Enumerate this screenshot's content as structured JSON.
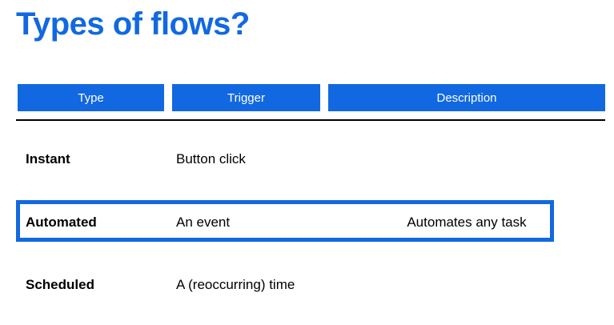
{
  "slide": {
    "title": "Types of flows?",
    "accent_color": "#1268e0",
    "highlight_border_color": "#1268e0"
  },
  "table": {
    "headers": [
      {
        "label": "Type"
      },
      {
        "label": "Trigger"
      },
      {
        "label": "Description"
      }
    ],
    "rows": [
      {
        "type": "Instant",
        "trigger": "Button click",
        "description": "",
        "highlighted": false
      },
      {
        "type": "Automated",
        "trigger": "An event",
        "description": "Automates any task",
        "highlighted": true
      },
      {
        "type": "Scheduled",
        "trigger": "A (reoccurring) time",
        "description": "",
        "highlighted": false
      }
    ]
  }
}
